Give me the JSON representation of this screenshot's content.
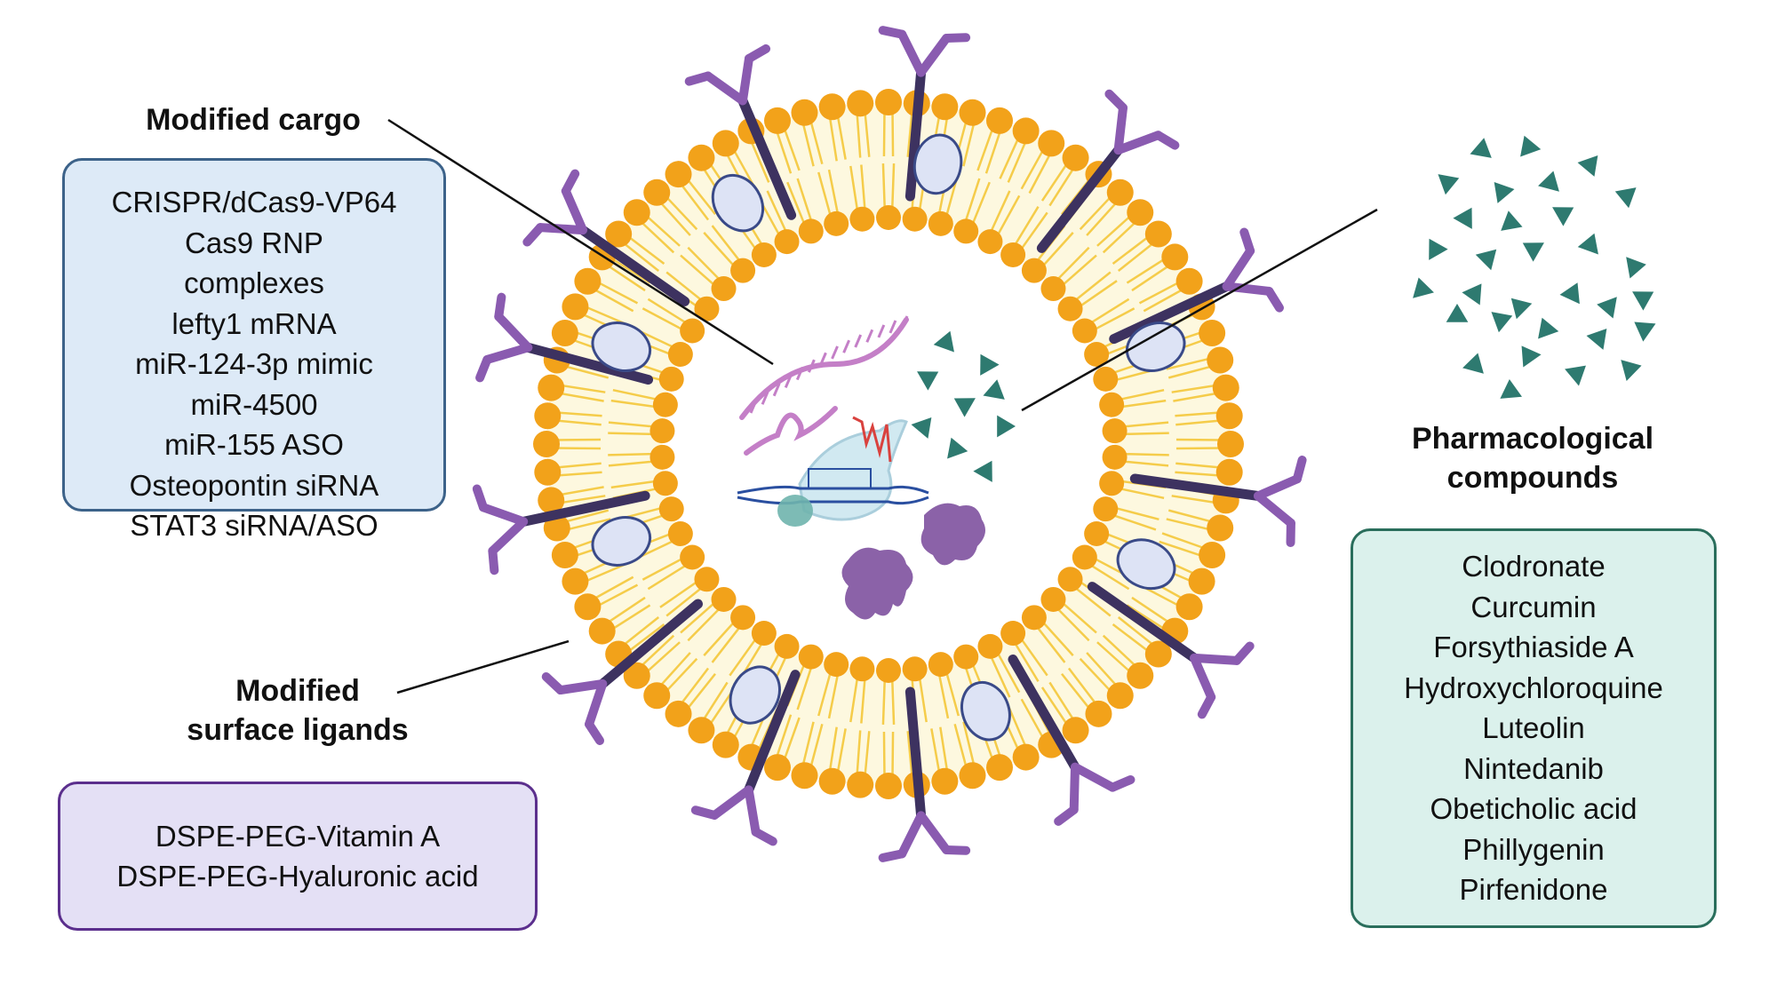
{
  "labels": {
    "modified_cargo": "Modified cargo",
    "modified_surface_ligands": [
      "Modified",
      "surface ligands"
    ],
    "pharmacological_compounds": [
      "Pharmacological",
      "compounds"
    ]
  },
  "cargo_items": [
    "CRISPR/dCas9-VP64",
    "Cas9 RNP",
    "complexes",
    "lefty1 mRNA",
    "miR-124-3p mimic",
    "miR-4500",
    "miR-155 ASO",
    "Osteopontin siRNA",
    "STAT3 siRNA/ASO"
  ],
  "ligand_items": [
    "DSPE-PEG-Vitamin A",
    "DSPE-PEG-Hyaluronic acid"
  ],
  "pharma_items": [
    "Clodronate",
    "Curcumin",
    "Forsythiaside A",
    "Hydroxychloroquine",
    "Luteolin",
    "Nintedanib",
    "Obeticholic acid",
    "Phillygenin",
    "Pirfenidone"
  ],
  "colors": {
    "lipid_head": "#f2a21a",
    "lipid_tail": "#f5cc4a",
    "membrane_fill": "#fdf8df",
    "receptor_stalk": "#3d3260",
    "receptor_arm": "#8a5bb0",
    "vesicle_fill": "#dde3f5",
    "vesicle_stroke": "#3a4a88",
    "drug": "#2e7a70",
    "rna": "#c47fc7",
    "protein": "#8b62a8",
    "cargo_box_fill": "#ddeaf7",
    "ligand_box_fill": "#e4e0f5",
    "pharma_box_fill": "#dbf1ec"
  }
}
